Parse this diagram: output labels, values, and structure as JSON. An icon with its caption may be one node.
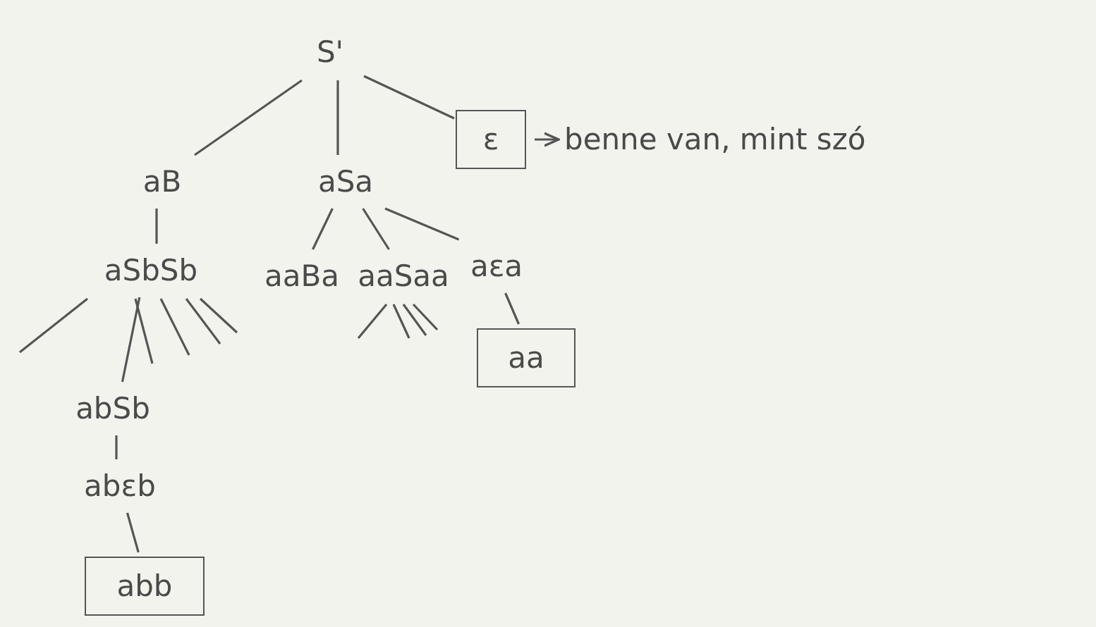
{
  "diagram": {
    "nodes": [
      {
        "text": [
          "S'"
        ]
      },
      {
        "text": [
          "aB"
        ]
      },
      {
        "text": [
          "aSa"
        ]
      },
      {
        "text": [
          "ε"
        ]
      },
      {
        "text": [
          "benne van, mint szó"
        ]
      },
      {
        "text": [
          "aSbSb"
        ]
      },
      {
        "text": [
          "aaBa"
        ]
      },
      {
        "text": [
          "aaSaa"
        ]
      },
      {
        "text": [
          "aεa"
        ]
      },
      {
        "text": [
          "abSb"
        ]
      },
      {
        "text": [
          "abεb"
        ]
      },
      {
        "text": [
          "abb"
        ]
      },
      {
        "text": [
          "aa"
        ]
      }
    ],
    "edges": [
      {
        "from": 0,
        "to": 1,
        "arrow": "none"
      },
      {
        "from": 0,
        "to": 2,
        "arrow": "none"
      },
      {
        "from": 0,
        "to": 3,
        "arrow": "none"
      },
      {
        "from": 3,
        "to": 4,
        "arrow": "to"
      },
      {
        "from": 1,
        "to": 5,
        "arrow": "none"
      },
      {
        "from": 5,
        "to": null,
        "arrow": "none"
      },
      {
        "from": 5,
        "to": 9,
        "arrow": "none"
      },
      {
        "from": 5,
        "to": null,
        "arrow": "none"
      },
      {
        "from": 5,
        "to": null,
        "arrow": "none"
      },
      {
        "from": 5,
        "to": null,
        "arrow": "none"
      },
      {
        "from": 5,
        "to": null,
        "arrow": "none"
      },
      {
        "from": 2,
        "to": 6,
        "arrow": "none"
      },
      {
        "from": 2,
        "to": 7,
        "arrow": "none"
      },
      {
        "from": 2,
        "to": 8,
        "arrow": "none"
      },
      {
        "from": 7,
        "to": null,
        "arrow": "none"
      },
      {
        "from": 7,
        "to": null,
        "arrow": "none"
      },
      {
        "from": 7,
        "to": null,
        "arrow": "none"
      },
      {
        "from": 7,
        "to": null,
        "arrow": "none"
      },
      {
        "from": 8,
        "to": 12,
        "arrow": "none"
      },
      {
        "from": 9,
        "to": 10,
        "arrow": "none"
      },
      {
        "from": 10,
        "to": 11,
        "arrow": "none"
      }
    ]
  }
}
